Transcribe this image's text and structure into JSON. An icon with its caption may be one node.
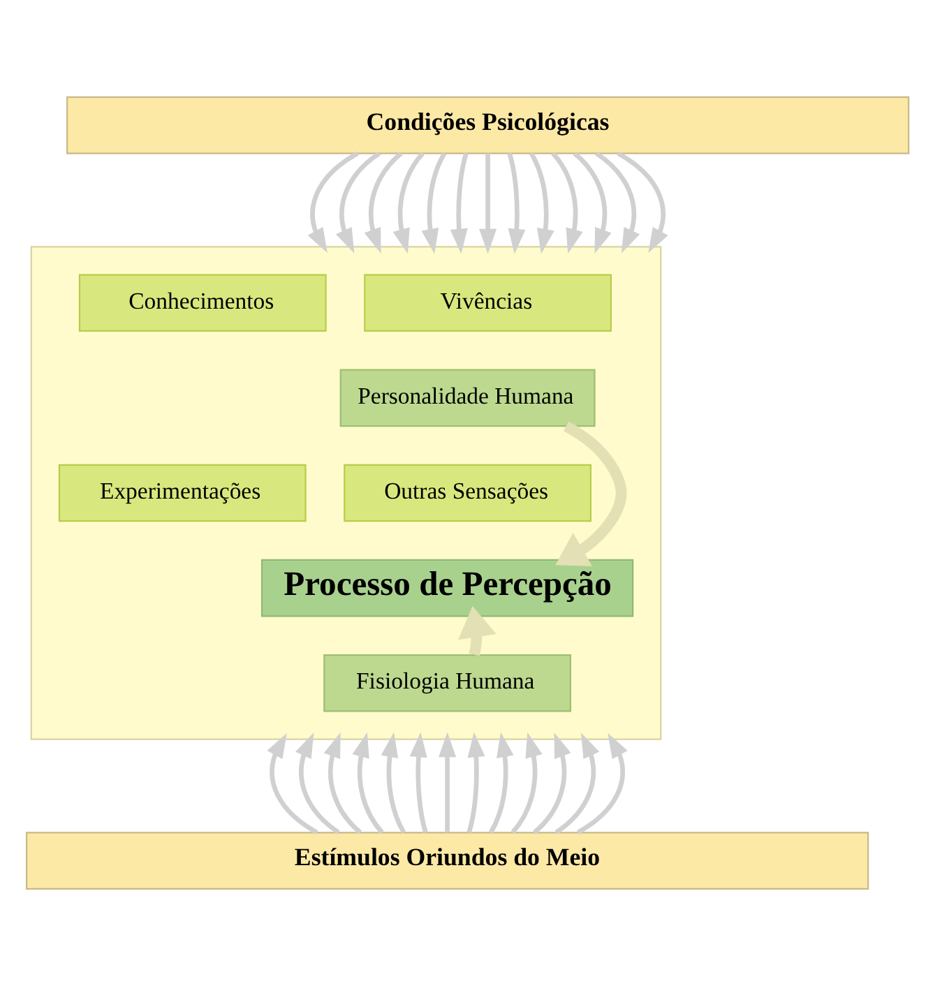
{
  "diagram": {
    "nodes": [
      {
        "text": [
          "Condições Psicológicas"
        ]
      },
      {
        "text": [],
        "shape": "box"
      },
      {
        "text": [
          "Vivências"
        ],
        "in": 1
      },
      {
        "text": [
          "Conhecimentos"
        ],
        "in": 1
      },
      {
        "text": [
          "Personalidade Humana"
        ],
        "in": 1
      },
      {
        "text": [
          "Experimentações"
        ],
        "in": 1
      },
      {
        "text": [
          "Outras Sensações"
        ],
        "in": 1
      },
      {
        "text": [
          "Processo de Percepção"
        ],
        "in": 1
      },
      {
        "text": [
          "Fisiologia Humana"
        ],
        "in": 1
      },
      {
        "text": [
          "Estímulos Oriundos do Meio"
        ]
      }
    ],
    "edges": [
      {
        "from": 0,
        "to": 1,
        "arrow": "to"
      },
      {
        "from": 0,
        "to": 1,
        "arrow": "to"
      },
      {
        "from": 0,
        "to": 1,
        "arrow": "to"
      },
      {
        "from": 0,
        "to": 1,
        "arrow": "to"
      },
      {
        "from": 0,
        "to": 1,
        "arrow": "to"
      },
      {
        "from": 0,
        "to": 1,
        "arrow": "to"
      },
      {
        "from": 0,
        "to": 1,
        "arrow": "to"
      },
      {
        "from": 0,
        "to": 1,
        "arrow": "to"
      },
      {
        "from": 0,
        "to": 1,
        "arrow": "to"
      },
      {
        "from": 0,
        "to": 1,
        "arrow": "to"
      },
      {
        "from": 0,
        "to": 1,
        "arrow": "to"
      },
      {
        "from": 0,
        "to": 1,
        "arrow": "to"
      },
      {
        "from": 0,
        "to": 1,
        "arrow": "to"
      },
      {
        "from": 4,
        "to": 7,
        "arrow": "to",
        "style": "thick",
        "color": "#e2e0b4"
      },
      {
        "from": 8,
        "to": 7,
        "arrow": "to",
        "style": "thick",
        "color": "#e2e0b4"
      },
      {
        "from": 9,
        "to": 1,
        "arrow": "to"
      },
      {
        "from": 9,
        "to": 1,
        "arrow": "to"
      },
      {
        "from": 9,
        "to": 1,
        "arrow": "to"
      },
      {
        "from": 9,
        "to": 1,
        "arrow": "to"
      },
      {
        "from": 9,
        "to": 1,
        "arrow": "to"
      },
      {
        "from": 9,
        "to": 1,
        "arrow": "to"
      },
      {
        "from": 9,
        "to": 1,
        "arrow": "to"
      },
      {
        "from": 9,
        "to": 1,
        "arrow": "to"
      },
      {
        "from": 9,
        "to": 1,
        "arrow": "to"
      },
      {
        "from": 9,
        "to": 1,
        "arrow": "to"
      },
      {
        "from": 9,
        "to": 1,
        "arrow": "to"
      },
      {
        "from": 9,
        "to": 1,
        "arrow": "to"
      },
      {
        "from": 9,
        "to": 1,
        "arrow": "to"
      }
    ]
  }
}
